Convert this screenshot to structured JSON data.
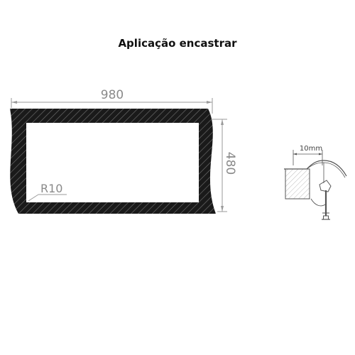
{
  "title": "Aplicação encastrar",
  "dimensions": {
    "width_label": "980",
    "height_label": "480",
    "radius_label": "R10",
    "clearance_label": "10mm"
  },
  "colors": {
    "outline": "#1a1a1a",
    "dimension_line": "#9a9a9a",
    "dimension_text": "#8a8a8a",
    "hatch_light": "#bdbdbd",
    "detail_line": "#555555"
  }
}
